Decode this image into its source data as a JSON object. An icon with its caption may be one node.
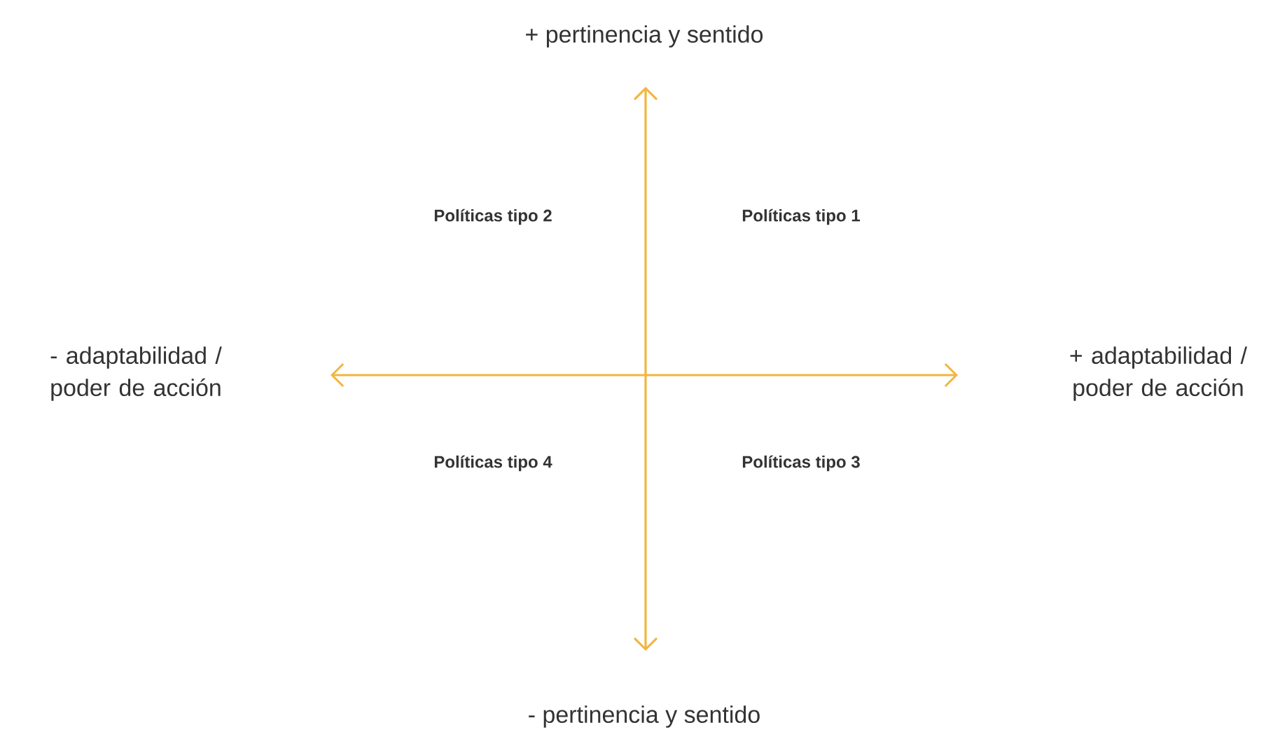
{
  "diagram": {
    "labels": [
      "+ pertinencia y sentido",
      "Políticas tipo 2",
      "Políticas tipo 1",
      "- adaptabilidad / poder de acción",
      "+ adaptabilidad / poder de acción",
      "Políticas tipo 4",
      "Políticas tipo 3",
      "- pertinencia y sentido"
    ]
  }
}
